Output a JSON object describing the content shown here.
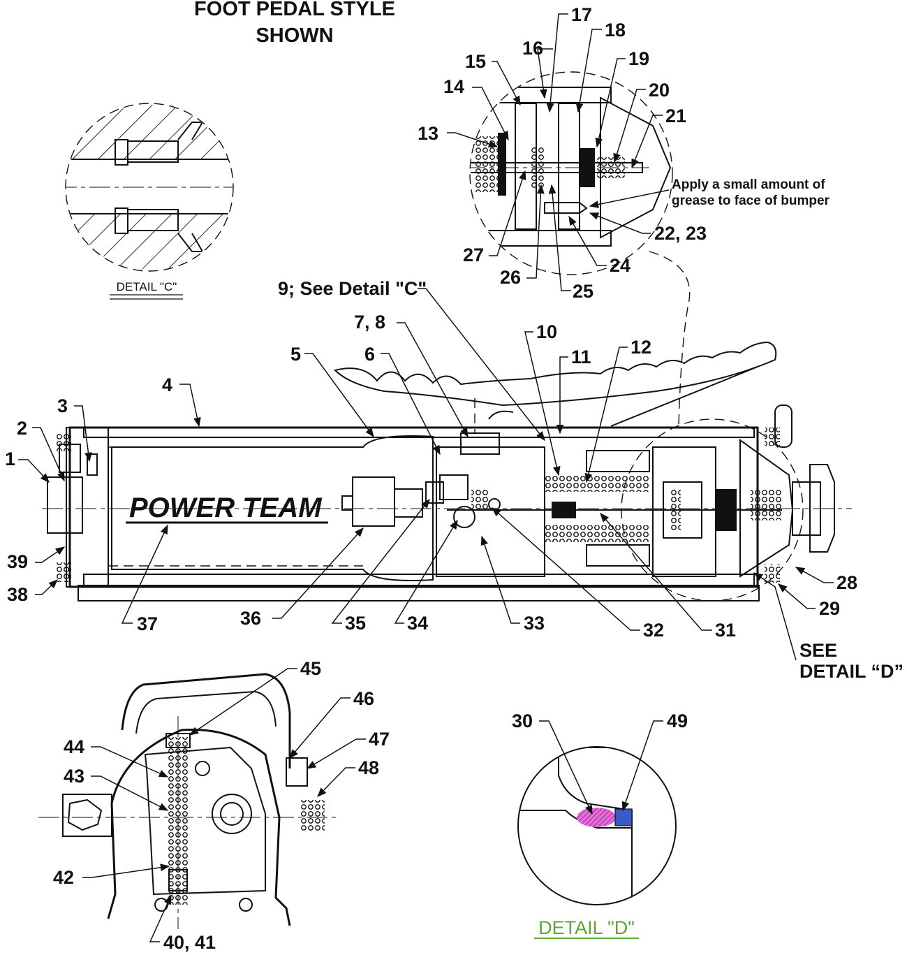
{
  "title": {
    "line1": "FOOT PEDAL STYLE",
    "line2": "SHOWN"
  },
  "detail_c_label": "DETAIL \"C\"",
  "detail_d_label": "DETAIL \"D\"",
  "see_detail_d": {
    "line1": "SEE",
    "line2": "DETAIL “D”"
  },
  "grease_note": {
    "line1": "Apply a small amount of",
    "line2": "grease to face of bumper"
  },
  "brand": "POWER TEAM",
  "callouts": {
    "c1": "1",
    "c2": "2",
    "c3": "3",
    "c4": "4",
    "c5": "5",
    "c6": "6",
    "c7_8": "7, 8",
    "c9": "9; See Detail \"C\"",
    "c10": "10",
    "c11": "11",
    "c12": "12",
    "c13": "13",
    "c14": "14",
    "c15": "15",
    "c16": "16",
    "c17": "17",
    "c18": "18",
    "c19": "19",
    "c20": "20",
    "c21": "21",
    "c22_23": "22, 23",
    "c24": "24",
    "c25": "25",
    "c26": "26",
    "c27": "27",
    "c28": "28",
    "c29": "29",
    "c30": "30",
    "c31": "31",
    "c32": "32",
    "c33": "33",
    "c34": "34",
    "c35": "35",
    "c36": "36",
    "c37": "37",
    "c38": "38",
    "c39": "39",
    "c40_41": "40, 41",
    "c42": "42",
    "c43": "43",
    "c44": "44",
    "c45": "45",
    "c46": "46",
    "c47": "47",
    "c48": "48",
    "c49": "49"
  },
  "colors": {
    "line": "#111111",
    "detail_d_label": "#5aa832",
    "part30_fill": "#d24fc8",
    "part49_fill": "#3a5bc7"
  }
}
